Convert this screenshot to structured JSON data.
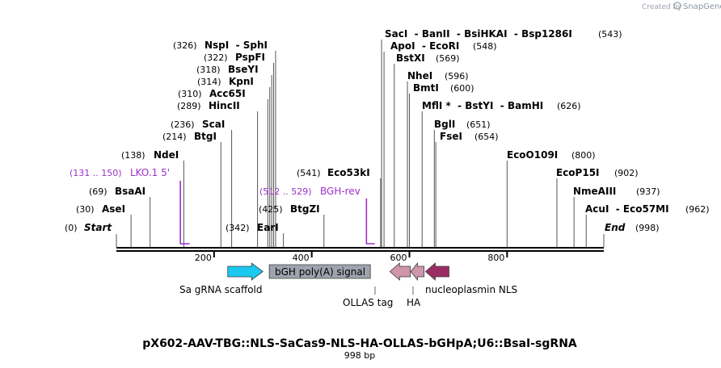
{
  "title": "pX602-AAV-TBG::NLS-SaCas9-NLS-HA-OLLAS-bGHpA;U6::BsaI-sgRNA",
  "subtitle": "998 bp",
  "branding": {
    "created_by": "Created by",
    "product": "SnapGene"
  },
  "sequence_length": 998,
  "ruler_ticks": [
    200,
    400,
    600,
    800
  ],
  "ends": {
    "start": {
      "pos": "(0)",
      "label": "Start"
    },
    "end": {
      "pos": "(998)",
      "label": "End"
    }
  },
  "sites": [
    {
      "id": "asei",
      "pos": 30,
      "pos_text": "(30)",
      "label": "AseI"
    },
    {
      "id": "bsaai",
      "pos": 69,
      "pos_text": "(69)",
      "label": "BsaAI"
    },
    {
      "id": "ndei",
      "pos": 138,
      "pos_text": "(138)",
      "label": "NdeI"
    },
    {
      "id": "btgi",
      "pos": 214,
      "pos_text": "(214)",
      "label": "BtgI"
    },
    {
      "id": "scai",
      "pos": 236,
      "pos_text": "(236)",
      "label": "ScaI"
    },
    {
      "id": "hincii",
      "pos": 289,
      "pos_text": "(289)",
      "label": "HincII"
    },
    {
      "id": "acc65i",
      "pos": 310,
      "pos_text": "(310)",
      "label": "Acc65I"
    },
    {
      "id": "kpni",
      "pos": 314,
      "pos_text": "(314)",
      "label": "KpnI"
    },
    {
      "id": "bseyi",
      "pos": 318,
      "pos_text": "(318)",
      "label": "BseYI"
    },
    {
      "id": "pspfi",
      "pos": 322,
      "pos_text": "(322)",
      "label": "PspFI"
    },
    {
      "id": "nspi",
      "pos": 326,
      "pos_text": "(326)",
      "label": "NspI  - SphI"
    },
    {
      "id": "eari",
      "pos": 342,
      "pos_text": "(342)",
      "label": "EarI"
    },
    {
      "id": "btgzi",
      "pos": 425,
      "pos_text": "(425)",
      "label": "BtgZI"
    },
    {
      "id": "eco53ki",
      "pos": 541,
      "pos_text": "(541)",
      "label": "Eco53kI"
    },
    {
      "id": "saci",
      "pos": 543,
      "pos_text": "(543)",
      "label": "SacI  - BanII  - BsiHKAI  - Bsp1286I"
    },
    {
      "id": "apoi",
      "pos": 548,
      "pos_text": "(548)",
      "label": "ApoI  - EcoRI"
    },
    {
      "id": "bstxi",
      "pos": 569,
      "pos_text": "(569)",
      "label": "BstXI"
    },
    {
      "id": "nhei",
      "pos": 596,
      "pos_text": "(596)",
      "label": "NheI"
    },
    {
      "id": "bmti",
      "pos": 600,
      "pos_text": "(600)",
      "label": "BmtI"
    },
    {
      "id": "mfli",
      "pos": 626,
      "pos_text": "(626)",
      "label": "MflI *  - BstYI  - BamHI"
    },
    {
      "id": "bgli",
      "pos": 651,
      "pos_text": "(651)",
      "label": "BglI"
    },
    {
      "id": "fsei",
      "pos": 654,
      "pos_text": "(654)",
      "label": "FseI"
    },
    {
      "id": "eco0109i",
      "pos": 800,
      "pos_text": "(800)",
      "label": "EcoO109I"
    },
    {
      "id": "ecop15i",
      "pos": 902,
      "pos_text": "(902)",
      "label": "EcoP15I"
    },
    {
      "id": "nmeaiii",
      "pos": 937,
      "pos_text": "(937)",
      "label": "NmeAIII"
    },
    {
      "id": "acui",
      "pos": 962,
      "pos_text": "(962)",
      "label": "AcuI  - Eco57MI"
    }
  ],
  "primers": [
    {
      "id": "lko1",
      "start": 131,
      "end": 150,
      "range": "(131 .. 150)",
      "label": "LKO.1 5'",
      "color": "#9b30c8"
    },
    {
      "id": "bghrev",
      "start": 512,
      "end": 529,
      "range": "(512 .. 529)",
      "label": "BGH-rev",
      "color": "#9b30c8"
    }
  ],
  "features": [
    {
      "id": "sa-grna-scaffold",
      "label": "Sa gRNA scaffold",
      "start": 228,
      "end": 300,
      "direction": "forward",
      "color": "#1ac8f0"
    },
    {
      "id": "bgh-polya-signal",
      "label": "bGH poly(A) signal",
      "start": 313,
      "end": 520,
      "direction": "none",
      "color": "#9ea4ad"
    },
    {
      "id": "ollas-tag",
      "label": "OLLAS tag",
      "start": 560,
      "end": 602,
      "direction": "reverse",
      "color": "#cf95ab"
    },
    {
      "id": "ha",
      "label": "HA",
      "start": 603,
      "end": 630,
      "direction": "reverse",
      "color": "#cf95ab"
    },
    {
      "id": "nucleoplasmin-nls",
      "label": "nucleoplasmin NLS",
      "start": 633,
      "end": 681,
      "direction": "reverse",
      "color": "#9a2d62"
    }
  ]
}
